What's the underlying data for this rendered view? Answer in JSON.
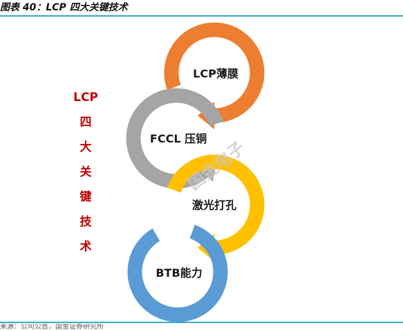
{
  "header": {
    "title": "图表 40：LCP 四大关键技术"
  },
  "side_label": [
    "LCP",
    "四",
    "大",
    "关",
    "键",
    "技",
    "术"
  ],
  "steps": [
    {
      "label": "LCP薄膜",
      "color": "#ed7d31"
    },
    {
      "label": "FCCL 压铜",
      "color": "#a5a5a5"
    },
    {
      "label": "激光打孔",
      "color": "#ffc000"
    },
    {
      "label": "BTB能力",
      "color": "#5b9bd5"
    }
  ],
  "watermark": "国金电子",
  "footer": {
    "source": "来源：公司公告，国金证券研究所"
  }
}
